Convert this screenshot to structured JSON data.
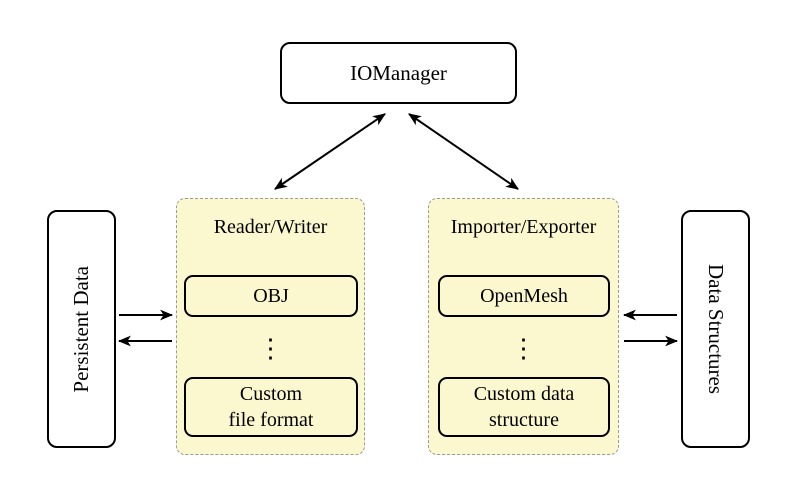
{
  "colors": {
    "background": "#ffffff",
    "group_fill": "#fbf7cf",
    "group_border": "#9a9a9a",
    "node_border": "#000000",
    "node_fill": "#ffffff",
    "arrow": "#000000",
    "text": "#000000"
  },
  "iomanager": {
    "label": "IOManager"
  },
  "left_side": {
    "label": "Persistent Data"
  },
  "right_side": {
    "label": "Data Structures"
  },
  "left_group": {
    "title": "Reader/Writer",
    "items": [
      {
        "line1": "OBJ",
        "line2": ""
      },
      {
        "line1": "Custom",
        "line2": "file format"
      }
    ],
    "dots": "⋮"
  },
  "right_group": {
    "title": "Importer/Exporter",
    "items": [
      {
        "line1": "OpenMesh",
        "line2": ""
      },
      {
        "line1": "Custom data",
        "line2": "structure"
      }
    ],
    "dots": "⋮"
  },
  "edges": [
    {
      "from": "IOManager",
      "to": "Reader/Writer",
      "direction": "both"
    },
    {
      "from": "IOManager",
      "to": "Importer/Exporter",
      "direction": "both"
    },
    {
      "from": "Persistent Data",
      "to": "Reader/Writer",
      "direction": "forward"
    },
    {
      "from": "Reader/Writer",
      "to": "Persistent Data",
      "direction": "forward"
    },
    {
      "from": "Data Structures",
      "to": "Importer/Exporter",
      "direction": "forward"
    },
    {
      "from": "Importer/Exporter",
      "to": "Data Structures",
      "direction": "forward"
    }
  ]
}
